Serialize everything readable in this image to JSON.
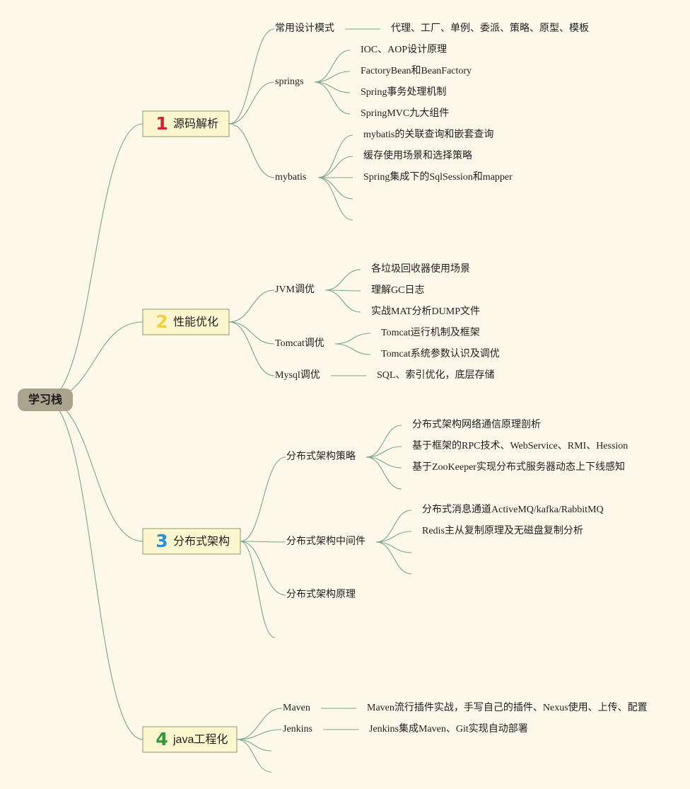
{
  "root": {
    "label": "学习栈"
  },
  "colors": {
    "edge": "#7aa58c",
    "box": "#fdf6cf",
    "root": "#aaa48f",
    "bg": "#fdf8ea"
  },
  "branches": [
    {
      "num": "1",
      "num_color": "#d6202a",
      "label": "源码解析",
      "children": [
        {
          "label": "常用设计模式",
          "children": [
            "代理、工厂、单例、委派、策略、原型、模板"
          ],
          "straight": true
        },
        {
          "label": "springs",
          "children": [
            "IOC、AOP设计原理",
            "FactoryBean和BeanFactory",
            "Spring事务处理机制",
            "SpringMVC九大组件"
          ]
        },
        {
          "label": "mybatis",
          "children": [
            "mybatis的关联查询和嵌套查询",
            "缓存使用场景和选择策略",
            "Spring集成下的SqlSession和mapper",
            "",
            ""
          ]
        }
      ]
    },
    {
      "num": "2",
      "num_color": "#f2d23a",
      "label": "性能优化",
      "children": [
        {
          "label": "JVM调优",
          "children": [
            "各垃圾回收器使用场景",
            "理解GC日志",
            "实战MAT分析DUMP文件"
          ]
        },
        {
          "label": "Tomcat调优",
          "children": [
            "Tomcat运行机制及框架",
            "Tomcat系统参数认识及调优"
          ]
        },
        {
          "label": "Mysql调优",
          "children": [
            "SQL、索引优化，底层存储"
          ],
          "straight": true
        }
      ]
    },
    {
      "num": "3",
      "num_color": "#2a8fd6",
      "label": "分布式架构",
      "children": [
        {
          "label": "分布式架构策略",
          "children": [
            "分布式架构网络通信原理剖析",
            "基于框架的RPC技术、WebService、RMI、Hession",
            "基于ZooKeeper实现分布式服务器动态上下线感知",
            ""
          ]
        },
        {
          "label": "分布式架构中间件",
          "children": [
            "分布式消息通道ActiveMQ/kafka/RabbitMQ",
            "Redis主从复制原理及无磁盘复制分析",
            "",
            ""
          ]
        },
        {
          "label": "分布式架构原理",
          "children": []
        },
        {
          "label": "",
          "children": []
        }
      ]
    },
    {
      "num": "4",
      "num_color": "#2e9a3a",
      "label": "java工程化",
      "children": [
        {
          "label": "Maven",
          "children": [
            "Maven流行插件实战，手写自己的插件、Nexus使用、上传、配置"
          ],
          "straight": true
        },
        {
          "label": "Jenkins",
          "children": [
            "Jenkins集成Maven、Git实现自动部署"
          ],
          "straight": true
        },
        {
          "label": "",
          "children": []
        },
        {
          "label": "",
          "children": []
        }
      ]
    }
  ]
}
